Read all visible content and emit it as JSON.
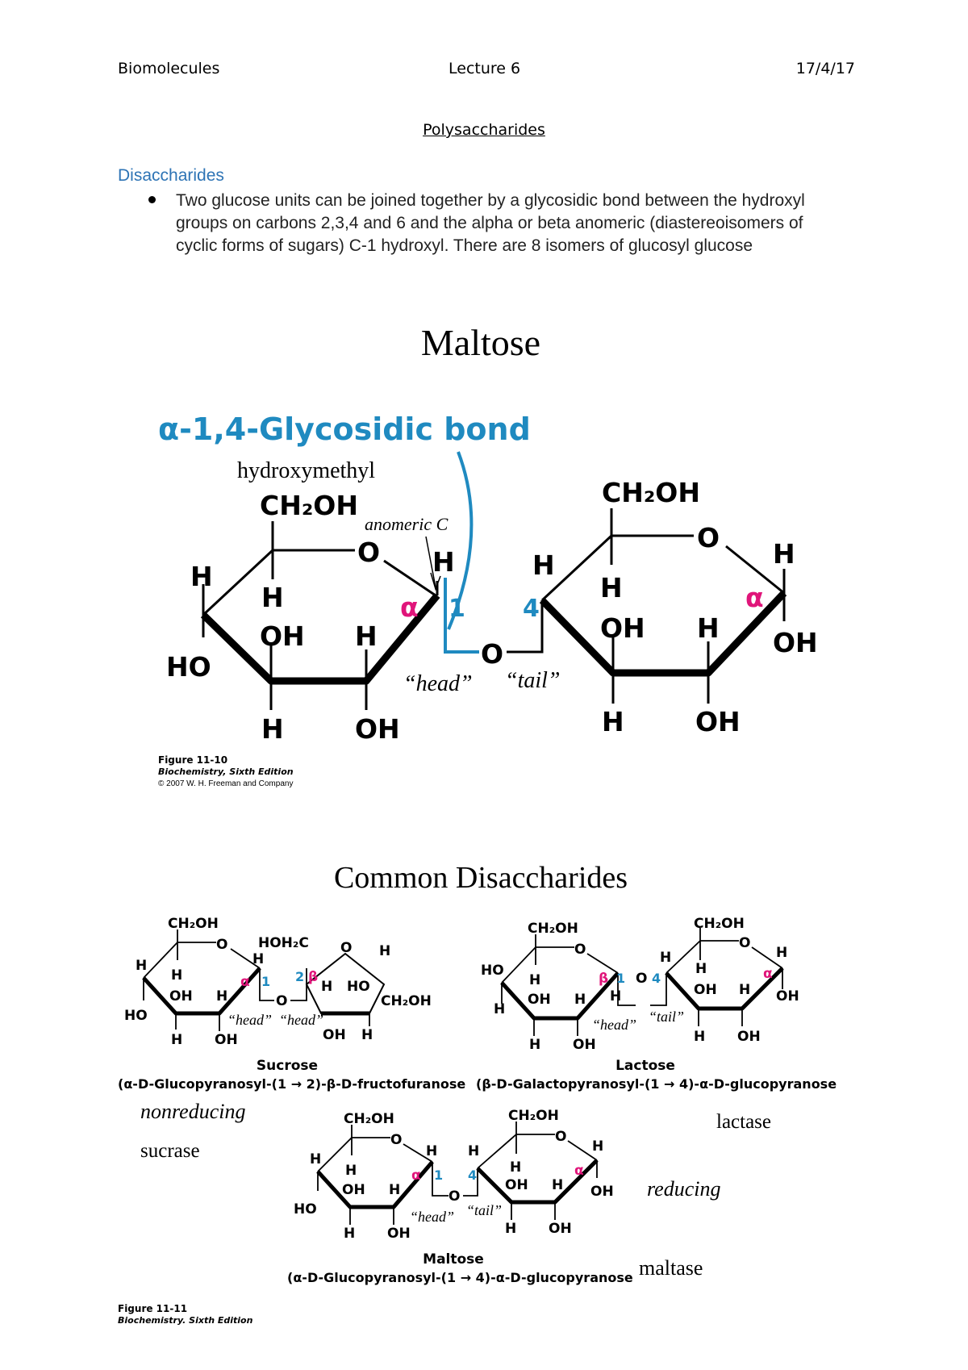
{
  "header": {
    "left": "Biomolecules",
    "center": "Lecture 6",
    "right": "17/4/17"
  },
  "doc_title": "Polysaccharides",
  "section": {
    "heading": "Disaccharides",
    "bullet": "Two glucose units can be joined together by a glycosidic bond between the hydroxyl groups on carbons 2,3,4 and 6 and the alpha or beta anomeric (diastereoisomers of cyclic forms of sugars) C-1 hydroxyl. There are 8 isomers of glucosyl glucose"
  },
  "maltose_figure": {
    "title": "Maltose",
    "bond_label": "α-1,4-Glycosidic bond",
    "hydroxymethyl": "hydroxymethyl",
    "anomeric": "anomeric C",
    "ch2oh": "CH₂OH",
    "o": "O",
    "h": "H",
    "oh": "OH",
    "ho": "HO",
    "alpha": "α",
    "c1": "1",
    "c4": "4",
    "head": "“head”",
    "tail": "“tail”",
    "caption_fig": "Figure 11-10",
    "caption_book": "Biochemistry, Sixth Edition",
    "caption_copy": "© 2007 W. H. Freeman and Company",
    "colors": {
      "blue": "#1f8ac0",
      "magenta": "#e0157a"
    }
  },
  "common_figure": {
    "title": "Common Disaccharides",
    "sucrose_name": "Sucrose",
    "sucrose_formula": "(α-D-Glucopyranosyl-(1 → 2)-β-D-fructofuranose",
    "lactose_name": "Lactose",
    "lactose_formula": "(β-D-Galactopyranosyl-(1 → 4)-α-D-glucopyranose",
    "maltose_name": "Maltose",
    "maltose_formula": "(α-D-Glucopyranosyl-(1 → 4)-α-D-glucopyranose",
    "nonreducing": "nonreducing",
    "sucrase": "sucrase",
    "lactase": "lactase",
    "reducing": "reducing",
    "maltase": "maltase",
    "hoh2c": "HOH₂C",
    "c2": "2",
    "beta": "β",
    "caption_fig": "Figure 11-11",
    "caption_book": "Biochemistry. Sixth Edition"
  }
}
